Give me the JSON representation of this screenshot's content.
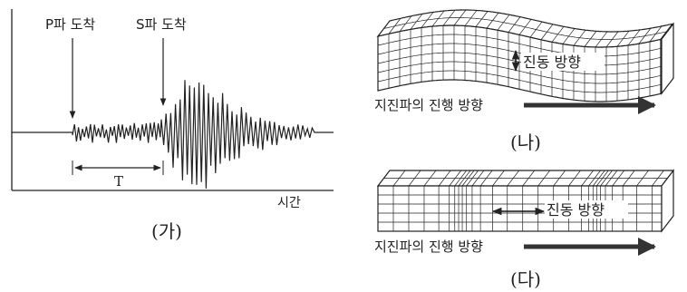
{
  "panel_a": {
    "p_arrival": "P파 도착",
    "s_arrival": "S파 도착",
    "interval": "T",
    "x_axis": "시간",
    "caption": "(가)"
  },
  "panel_b": {
    "vibration": "진동 방향",
    "propagation": "지진파의 진행 방향",
    "caption": "(나)"
  },
  "panel_c": {
    "vibration": "진동 방향",
    "propagation": "지진파의 진행 방향",
    "caption": "(다)"
  }
}
